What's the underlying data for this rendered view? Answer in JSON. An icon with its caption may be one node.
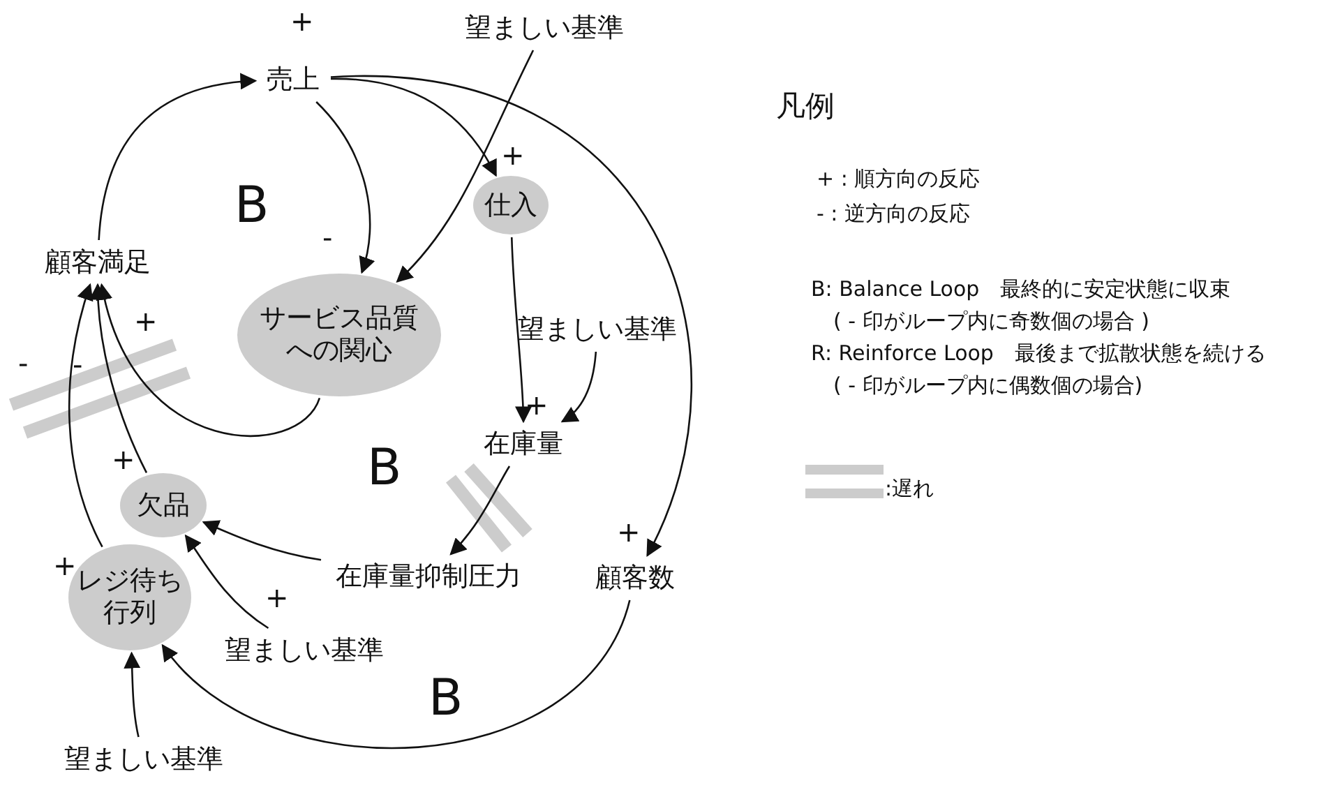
{
  "diagram": {
    "nodes": [
      {
        "text": [
          "売上"
        ]
      },
      {
        "text": [
          "望ましい基準"
        ]
      },
      {
        "text": [
          "仕入"
        ]
      },
      {
        "text": [
          "サービス品質への関心"
        ]
      },
      {
        "text": [
          "顧客満足"
        ]
      },
      {
        "text": [
          "望ましい基準"
        ]
      },
      {
        "text": [
          "在庫量"
        ]
      },
      {
        "text": [
          "欠品"
        ]
      },
      {
        "text": [
          "レジ待ち行列"
        ]
      },
      {
        "text": [
          "在庫量抑制圧力"
        ]
      },
      {
        "text": [
          "顧客数"
        ]
      },
      {
        "text": [
          "望ましい基準"
        ]
      },
      {
        "text": [
          "望ましい基準"
        ]
      }
    ],
    "edges": [
      {
        "from": 4,
        "to": 0,
        "arrow": "to"
      },
      {
        "from": 0,
        "to": 3,
        "arrow": "to"
      },
      {
        "from": 1,
        "to": 3,
        "arrow": "to"
      },
      {
        "from": 0,
        "to": 2,
        "arrow": "to"
      },
      {
        "from": 0,
        "to": 10,
        "arrow": "to"
      },
      {
        "from": 2,
        "to": 6,
        "arrow": "to"
      },
      {
        "from": 5,
        "to": 6,
        "arrow": "to"
      },
      {
        "from": 6,
        "to": 9,
        "arrow": "to"
      },
      {
        "from": 9,
        "to": 7,
        "arrow": "to"
      },
      {
        "from": 11,
        "to": 7,
        "arrow": "to"
      },
      {
        "from": 12,
        "to": 8,
        "arrow": "to"
      },
      {
        "from": 10,
        "to": 8,
        "arrow": "to"
      },
      {
        "from": 3,
        "to": 4,
        "arrow": "to"
      },
      {
        "from": 7,
        "to": 4,
        "arrow": "to"
      },
      {
        "from": 8,
        "to": 4,
        "arrow": "to"
      }
    ],
    "labels": [
      "+",
      "B",
      "-",
      "+",
      "-",
      "-",
      "+",
      "+",
      "B",
      "+",
      "+",
      "+",
      "+",
      "B",
      "凡例",
      "+ : 順方向の反応",
      "- : 逆方向の反応",
      "B: Balance Loop　最終的に安定状態に収束",
      "( - 印がループ内に奇数個の場合 )",
      "R: Reinforce Loop　最後まで拡散状態を続ける",
      "( - 印がループ内に偶数個の場合)"
    ],
    "legend": [
      {
        "text": ":遅れ"
      }
    ]
  }
}
